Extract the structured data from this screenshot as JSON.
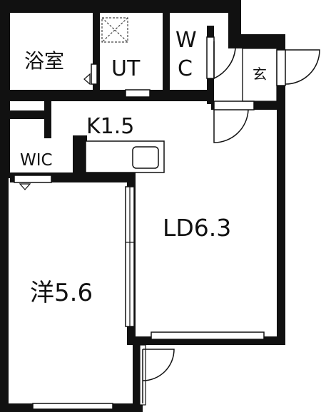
{
  "rooms": {
    "bath": "浴室",
    "ut": "UT",
    "wc_w": "W",
    "wc_c": "C",
    "entrance": "玄",
    "kitchen": "K1.5",
    "wic": "WIC",
    "ld": "LD6.3",
    "western": "洋5.6"
  },
  "colors": {
    "wall": "#111111",
    "background": "#ffffff",
    "fixture": "#444444"
  }
}
